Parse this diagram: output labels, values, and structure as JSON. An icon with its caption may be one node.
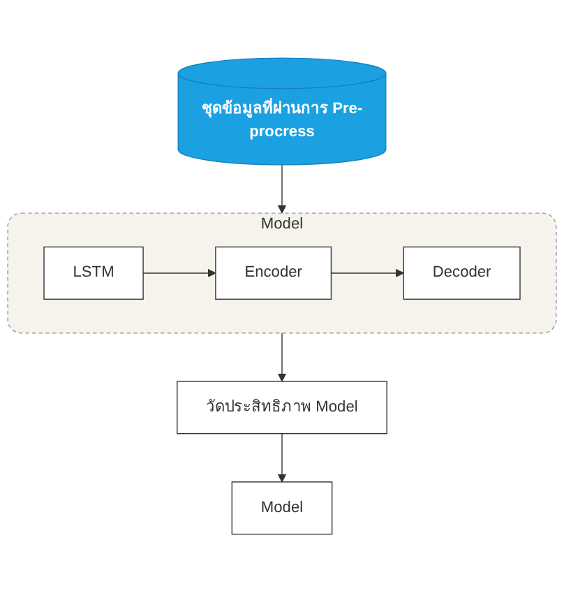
{
  "diagram": {
    "nodes": [
      {
        "text": [
          "ชุดข้อมูลที่ผ่านการ Pre-procress"
        ]
      },
      {
        "text": [
          "Model"
        ]
      },
      {
        "text": [
          "LSTM"
        ],
        "in": 1
      },
      {
        "text": [
          "Encoder"
        ],
        "in": 1
      },
      {
        "text": [
          "Decoder"
        ],
        "in": 1
      },
      {
        "text": [
          "วัดประสิทธิภาพ Model"
        ]
      },
      {
        "text": [
          "Model"
        ]
      }
    ],
    "edges": [
      {
        "from": 0,
        "to": 1,
        "arrow": "to"
      },
      {
        "from": 2,
        "to": 3,
        "arrow": "to"
      },
      {
        "from": 3,
        "to": 4,
        "arrow": "to"
      },
      {
        "from": 1,
        "to": 5,
        "arrow": "to"
      },
      {
        "from": 5,
        "to": 6,
        "arrow": "to"
      }
    ]
  }
}
